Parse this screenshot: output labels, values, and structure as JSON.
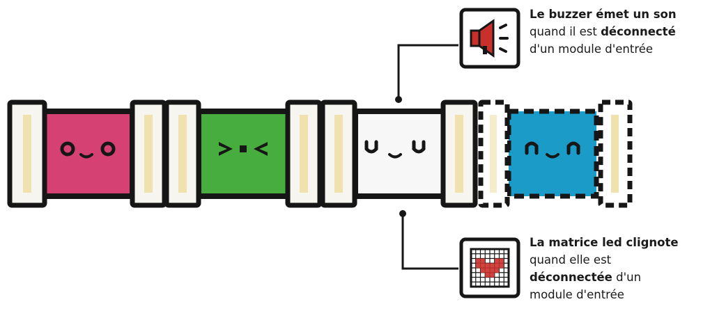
{
  "colors": {
    "outline": "#161616",
    "connector_fill": "#f7f5ef",
    "led": "#f0e2ae",
    "module_pink": "#d64173",
    "module_green": "#48ad3f",
    "module_white": "#f7f7f7",
    "module_blue": "#1b9bc8",
    "icon_red": "#c9302c"
  },
  "modules": [
    {
      "name": "pink-module",
      "face": "o ‿ o",
      "color": "#d64173"
    },
    {
      "name": "green-module",
      "face": "> ▪ <",
      "color": "#48ad3f"
    },
    {
      "name": "white-module",
      "face": "U ‿ U",
      "color": "#f7f7f7"
    },
    {
      "name": "blue-module",
      "face": "∩ ‿ ∩",
      "color": "#1b9bc8",
      "state": "disconnected"
    }
  ],
  "icons": {
    "top": "speaker-icon",
    "bottom": "led-matrix-heart-icon"
  },
  "callouts": {
    "top": {
      "line1_bold": "Le buzzer émet un son",
      "line2_pre": "quand il est ",
      "line2_bold": "déconnecté",
      "line3": "d'un module d'entrée"
    },
    "bottom": {
      "line1_bold": "La matrice led clignote",
      "line2": "quand elle est",
      "line3_bold": "déconnectée",
      "line3_post": " d'un",
      "line4": "module d'entrée"
    }
  }
}
